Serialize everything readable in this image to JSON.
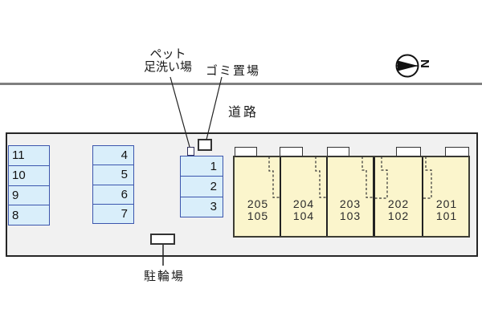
{
  "labels": {
    "road": "道路",
    "pet_line1": "ペット",
    "pet_line2": "足洗い場",
    "garbage": "ゴミ置場",
    "bicycle": "駐輪場"
  },
  "compass": {
    "letter": "N"
  },
  "parking": {
    "col_a": [
      "11",
      "10",
      "9",
      "8"
    ],
    "col_b": [
      "4",
      "5",
      "6",
      "7"
    ],
    "col_c": [
      "1",
      "2",
      "3"
    ]
  },
  "building": {
    "units": [
      {
        "upper": "205",
        "lower": "105"
      },
      {
        "upper": "204",
        "lower": "104"
      },
      {
        "upper": "203",
        "lower": "103"
      },
      {
        "upper": "202",
        "lower": "102"
      },
      {
        "upper": "201",
        "lower": "101"
      }
    ]
  },
  "colors": {
    "building_fill": "#FBF5CC",
    "parking_fill": "#D9EEFA",
    "parking_border": "#3B55AD",
    "plot_fill": "#F1F1F1",
    "plot_border": "#262626",
    "road_line": "#7F7F7F"
  }
}
